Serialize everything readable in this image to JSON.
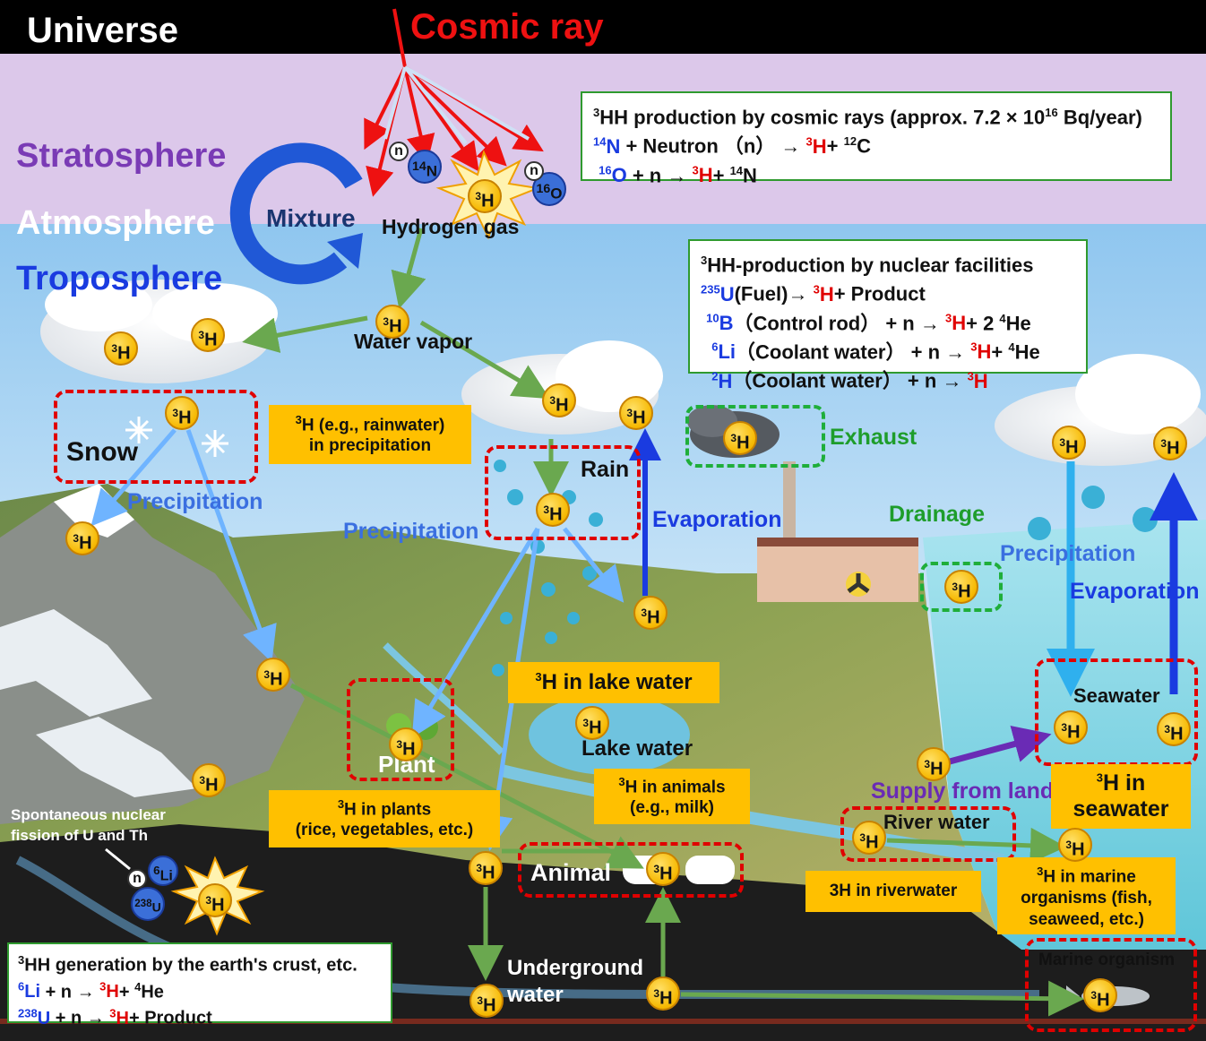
{
  "header": {
    "universe": "Universe",
    "cosmic_ray": "Cosmic ray"
  },
  "layers": {
    "stratosphere": "Stratosphere",
    "atmosphere": "Atmosphere",
    "troposphere": "Troposphere",
    "mixture": "Mixture"
  },
  "cosmic_box": {
    "line1_pre": "H production by cosmic rays (approx. 7.2 × 10",
    "line1_exp": "16",
    "line1_post": " Bq/year)",
    "line2_mid": " + Neutron （n） → ",
    "line2_end": "C",
    "line3_mid": " + n → "
  },
  "nuclear_box": {
    "title": "H-production by nuclear facilities",
    "l1_a": "(Fuel)→ ",
    "l1_b": "+ Product",
    "l2_a": "（Control rod） + n → ",
    "l2_b": "+ 2 ",
    "l3_a": "（Coolant water） + n → ",
    "l4_a": "（Coolant water） + n → "
  },
  "crust_box": {
    "title": "H generation by the earth's crust, etc.",
    "l1_a": " + n → ",
    "l2_a": " + n → ",
    "l2_b": "+ Product"
  },
  "labels": {
    "hydrogen_gas": "Hydrogen gas",
    "water_vapor": "Water vapor",
    "snow": "Snow",
    "rain": "Rain",
    "precipitation": "Precipitation",
    "evaporation": "Evaporation",
    "exhaust": "Exhaust",
    "drainage": "Drainage",
    "seawater": "Seawater",
    "lake_water": "Lake water",
    "plant": "Plant",
    "animal": "Animal",
    "river_water": "River water",
    "supply_from_land": "Supply from land",
    "underground_water": "Underground water",
    "marine_organism": "Marine organism",
    "spontaneous": "Spontaneous nuclear fission of U and Th"
  },
  "info": {
    "precip_a": "H (e.g., rainwater)",
    "precip_b": "in precipitation",
    "lake": "H in lake water",
    "plants_a": "H in plants",
    "plants_b": "(rice, vegetables, etc.)",
    "animals_a": "H in animals",
    "animals_b": "(e.g., milk)",
    "seawater_a": "H in",
    "seawater_b": "seawater",
    "riverwater": "3H in riverwater",
    "marine_a": "H in marine",
    "marine_b": "organisms (fish,",
    "marine_c": "seaweed, etc.)"
  },
  "sym": {
    "H": "H",
    "N": "N",
    "O": "O",
    "C": "C",
    "U": "U",
    "B": "B",
    "Li": "Li",
    "He": "He",
    "n": "n",
    "m3": "3",
    "m14": "14",
    "m16": "16",
    "m12": "12",
    "m235": "235",
    "m10": "10",
    "m6": "6",
    "m4": "4",
    "m2": "2",
    "m238": "238"
  },
  "colors": {
    "tritium": "#f6b800",
    "reaction_red": "#e00000",
    "arrow_green": "#6aa84f",
    "arrow_blue": "#1a3be0",
    "arrow_lightblue": "#6fb4ff",
    "supply_purple": "#6a2bb5"
  }
}
